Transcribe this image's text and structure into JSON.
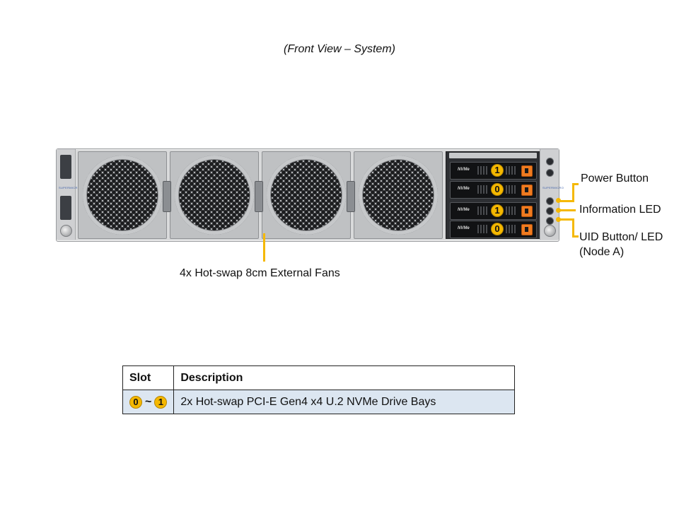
{
  "title": "(Front View – System)",
  "labels": {
    "power_button": "Power Button",
    "information_led": "Information LED",
    "uid_line1": "UID Button/ LED",
    "uid_line2": "(Node A)",
    "fans": "4x Hot-swap 8cm External Fans"
  },
  "drive_trays": [
    {
      "badge": "1",
      "label": "NVMe"
    },
    {
      "badge": "0",
      "label": "NVMe"
    },
    {
      "badge": "1",
      "label": "NVMe"
    },
    {
      "badge": "0",
      "label": "NVMe"
    }
  ],
  "colors": {
    "callout": "#f5b800",
    "drive_handle": "#f07b20",
    "table_row_bg": "#dce6f1"
  },
  "table": {
    "headers": [
      "Slot",
      "Description"
    ],
    "rows": [
      {
        "slot_from": "0",
        "slot_sep": "~",
        "slot_to": "1",
        "description": "2x Hot-swap PCI-E Gen4 x4 U.2 NVMe Drive Bays"
      }
    ]
  }
}
